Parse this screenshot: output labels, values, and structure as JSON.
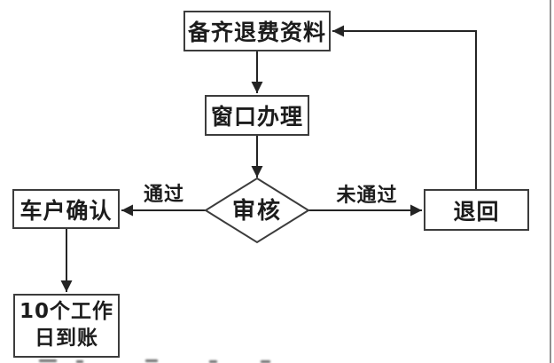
{
  "flowchart": {
    "nodes": {
      "prepare": {
        "label": "备齐退费资料"
      },
      "window": {
        "label": "窗口办理"
      },
      "review": {
        "label": "审核"
      },
      "confirm": {
        "label": "车户确认"
      },
      "returned": {
        "label": "退回"
      },
      "arrival": {
        "line1": "10个工作",
        "line2": "日到账"
      }
    },
    "edge_labels": {
      "pass": "通过",
      "fail": "未通过"
    },
    "colors": {
      "line": "#242424",
      "node_border": "#3c3c3c",
      "text": "#1c1c1c",
      "background": "#ffffff",
      "page_edge": "#8f8f8f"
    }
  }
}
